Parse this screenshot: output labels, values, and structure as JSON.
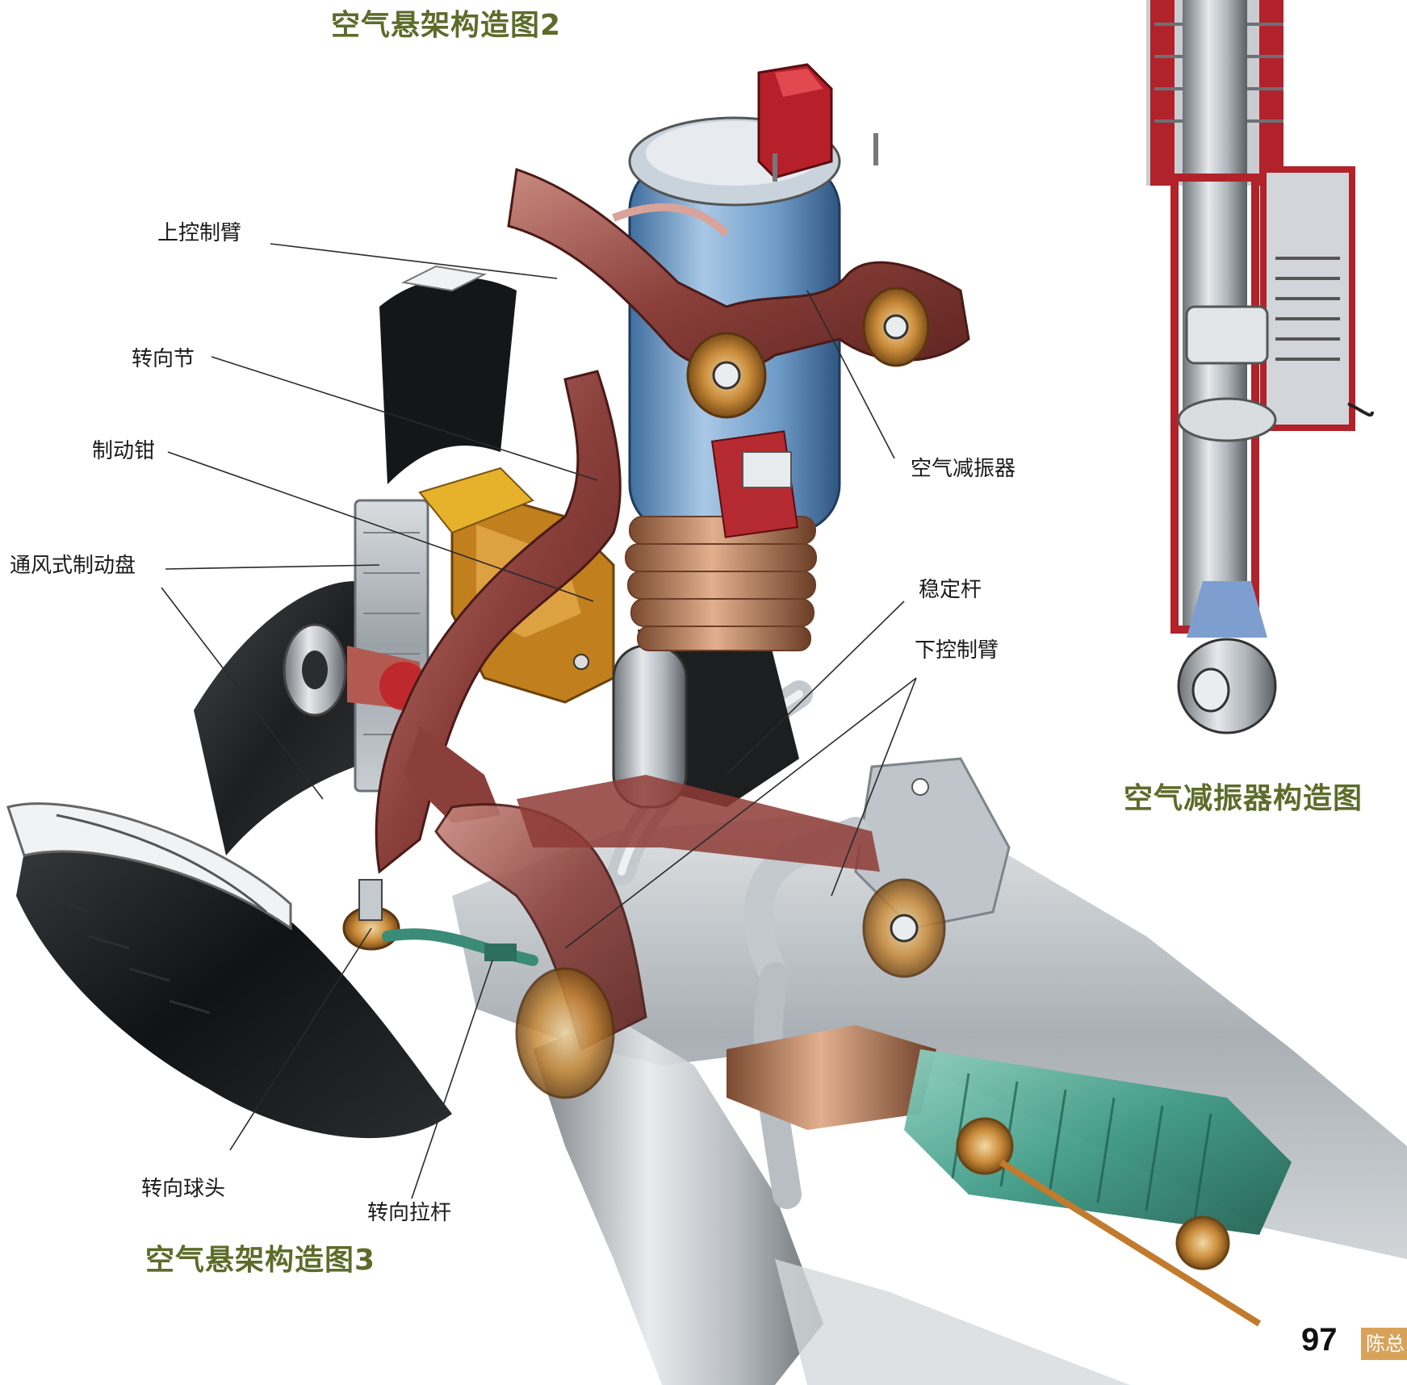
{
  "titles": {
    "diagram2": "空气悬架构造图2",
    "diagram3": "空气悬架构造图3",
    "shock_diagram": "空气减振器构造图"
  },
  "labels": {
    "upper_control_arm": "上控制臂",
    "steering_knuckle": "转向节",
    "brake_caliper": "制动钳",
    "vented_brake_disc": "通风式制动盘",
    "air_shock_absorber": "空气减振器",
    "stabilizer_bar": "稳定杆",
    "lower_control_arm": "下控制臂",
    "steering_ball_joint": "转向球头",
    "tie_rod": "转向拉杆"
  },
  "footer": {
    "page_number": "97",
    "badge": "陈总"
  }
}
